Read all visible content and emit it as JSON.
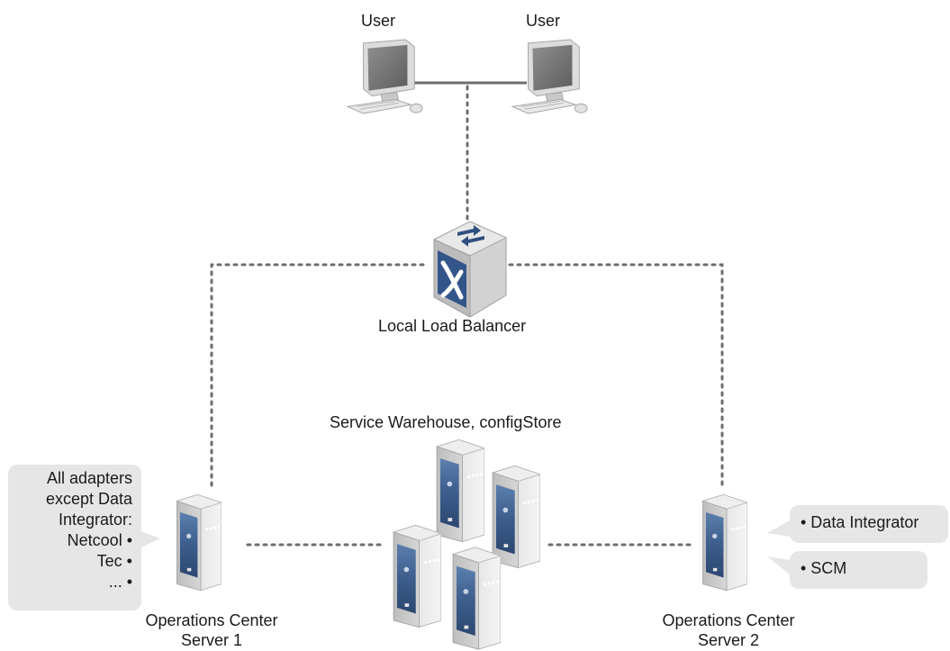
{
  "diagram": {
    "users": [
      "User",
      "User"
    ],
    "load_balancer_label": "Local Load Balancer",
    "warehouse_label": "Service Warehouse, configStore",
    "server1": {
      "line1": "Operations Center",
      "line2": "Server 1"
    },
    "server2": {
      "line1": "Operations Center",
      "line2": "Server 2"
    },
    "server1_callout": {
      "lines": [
        "All adapters",
        "except Data",
        "Integrator:",
        "Netcool •",
        "Tec •",
        "... •"
      ]
    },
    "server2_callouts": [
      "• Data Integrator",
      "• SCM"
    ],
    "icons": [
      "computer-icon",
      "switch-icon",
      "server-tower-icon"
    ],
    "colors": {
      "connector": "#6e6e6e",
      "callout_bg": "#e6e6e6",
      "server_accent": "#3c5a84",
      "switch_accent": "#2f4f7f"
    }
  }
}
